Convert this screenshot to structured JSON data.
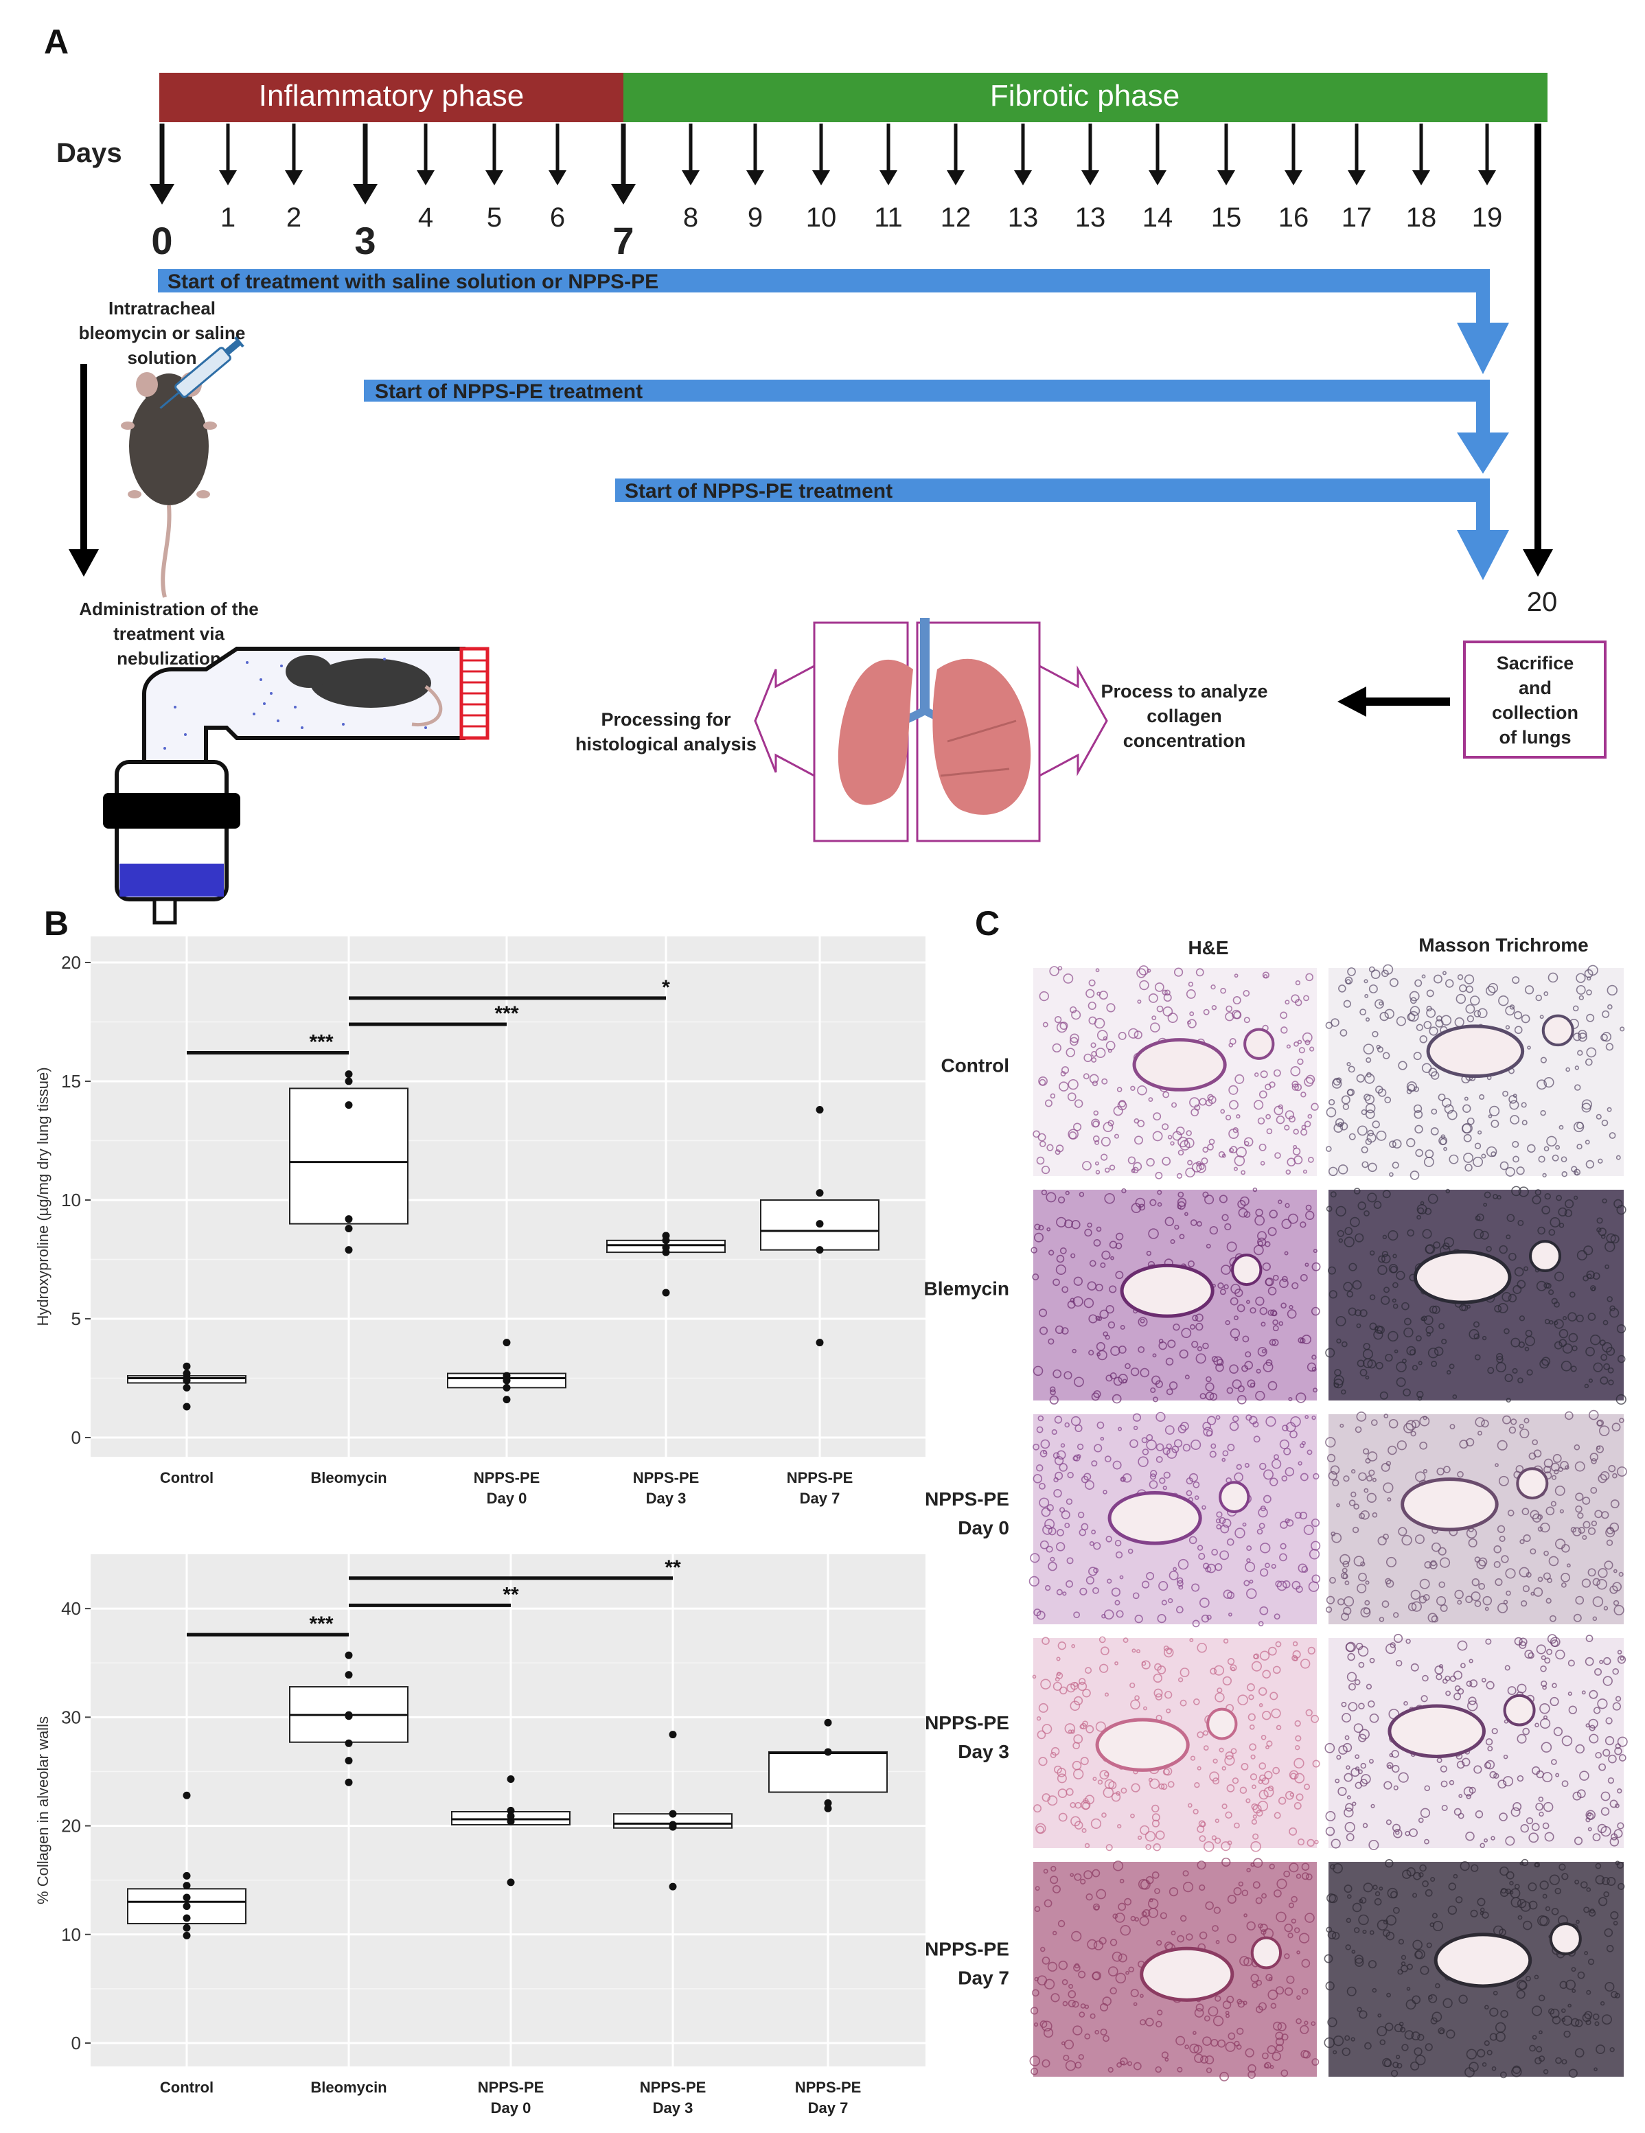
{
  "panels": {
    "a": "A",
    "b": "B",
    "c": "C"
  },
  "timeline": {
    "inflammatory_label": "Inflammatory phase",
    "fibrotic_label": "Fibrotic phase",
    "days_label": "Days",
    "day_labels": [
      "0",
      "1",
      "2",
      "3",
      "4",
      "5",
      "6",
      "7",
      "8",
      "9",
      "10",
      "11",
      "12",
      "13",
      "13",
      "14",
      "15",
      "16",
      "17",
      "18",
      "19"
    ],
    "end_day": "20",
    "colors": {
      "inflammatory": "#992d2d",
      "fibrotic": "#3c9a35",
      "treatment_arrow": "#4a8fdc"
    }
  },
  "treatments": {
    "t1": "Start of treatment with saline solution or NPPS-PE",
    "t2": "Start of NPPS-PE treatment",
    "t3": "Start of NPPS-PE treatment"
  },
  "protocol": {
    "intratracheal": [
      "Intratracheal",
      "bleomycin or saline",
      "solution"
    ],
    "administration": [
      "Administration of the",
      "treatment via",
      "nebulization"
    ],
    "sacrifice": [
      "Sacrifice",
      "and",
      "collection",
      "of lungs"
    ],
    "histology": [
      "Processing for",
      "histological analysis"
    ],
    "collagen": [
      "Process to analyze",
      "collagen",
      "concentration"
    ]
  },
  "chart_data": [
    {
      "type": "box",
      "ylabel": "Hydroxyproline (µg/mg dry lung tissue)",
      "ylim": [
        0,
        20
      ],
      "yticks": [
        0,
        5,
        10,
        15,
        20
      ],
      "categories": [
        [
          "Control"
        ],
        [
          "Bleomycin"
        ],
        [
          "NPPS-PE",
          "Day 0"
        ],
        [
          "NPPS-PE",
          "Day 3"
        ],
        [
          "NPPS-PE",
          "Day 7"
        ]
      ],
      "boxes": [
        {
          "q1": 2.3,
          "median": 2.5,
          "q3": 2.6,
          "points": [
            3.0,
            2.7,
            2.5,
            2.4,
            2.1,
            1.3
          ]
        },
        {
          "q1": 9.0,
          "median": 11.6,
          "q3": 14.7,
          "points": [
            15.3,
            15.0,
            14.0,
            9.2,
            8.8,
            7.9
          ]
        },
        {
          "q1": 2.1,
          "median": 2.5,
          "q3": 2.7,
          "points": [
            4.0,
            2.6,
            2.4,
            2.1,
            1.6
          ]
        },
        {
          "q1": 7.8,
          "median": 8.1,
          "q3": 8.3,
          "points": [
            8.5,
            8.3,
            8.0,
            7.8,
            6.1
          ]
        },
        {
          "q1": 7.9,
          "median": 8.7,
          "q3": 10.0,
          "points": [
            13.8,
            10.3,
            9.0,
            7.9,
            4.0
          ]
        }
      ],
      "significance": [
        {
          "from": 0,
          "to": 1,
          "y": 16.2,
          "label": "***"
        },
        {
          "from": 1,
          "to": 2,
          "y": 17.4,
          "label": "***"
        },
        {
          "from": 1,
          "to": 3,
          "y": 18.5,
          "label": "*"
        }
      ]
    },
    {
      "type": "box",
      "ylabel": "% Collagen in alveolar walls",
      "ylim": [
        0,
        45
      ],
      "yticks": [
        0,
        10,
        20,
        30,
        40
      ],
      "categories": [
        [
          "Control"
        ],
        [
          "Bleomycin"
        ],
        [
          "NPPS-PE",
          "Day 0"
        ],
        [
          "NPPS-PE",
          "Day 3"
        ],
        [
          "NPPS-PE",
          "Day 7"
        ]
      ],
      "boxes": [
        {
          "q1": 11.0,
          "median": 13.0,
          "q3": 14.2,
          "points": [
            22.8,
            15.4,
            14.5,
            13.4,
            12.6,
            11.5,
            10.6,
            9.9
          ]
        },
        {
          "q1": 27.7,
          "median": 30.2,
          "q3": 32.8,
          "points": [
            35.7,
            33.9,
            30.2,
            30.1,
            27.6,
            26.0,
            24.0
          ]
        },
        {
          "q1": 20.1,
          "median": 20.6,
          "q3": 21.3,
          "points": [
            24.3,
            21.4,
            20.9,
            20.4,
            14.8
          ]
        },
        {
          "q1": 19.8,
          "median": 20.2,
          "q3": 21.1,
          "points": [
            28.4,
            21.1,
            20.1,
            19.9,
            14.4
          ]
        },
        {
          "q1": 23.1,
          "median": 26.7,
          "q3": 26.8,
          "points": [
            29.5,
            26.8,
            22.1,
            21.6
          ]
        }
      ],
      "significance": [
        {
          "from": 0,
          "to": 1,
          "y": 37.6,
          "label": "***"
        },
        {
          "from": 1,
          "to": 2,
          "y": 40.3,
          "label": "**"
        },
        {
          "from": 1,
          "to": 3,
          "y": 42.8,
          "label": "**"
        }
      ]
    }
  ],
  "histology": {
    "col_headers": [
      "H&E",
      "Masson Trichrome"
    ],
    "rows": [
      [
        "Control"
      ],
      [
        "Blemycin"
      ],
      [
        "NPPS-PE",
        "Day 0"
      ],
      [
        "NPPS-PE",
        "Day 3"
      ],
      [
        "NPPS-PE",
        "Day 7"
      ]
    ]
  }
}
